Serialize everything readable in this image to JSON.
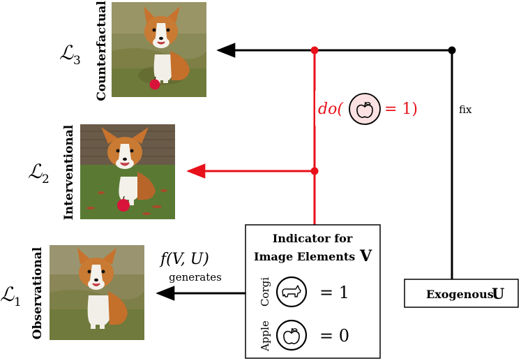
{
  "levels": {
    "l3": {
      "symbol": "ℒ",
      "sub": "3",
      "rotated_label": "Counterfactual"
    },
    "l2": {
      "symbol": "ℒ",
      "sub": "2",
      "rotated_label": "Interventional"
    },
    "l1": {
      "symbol": "ℒ",
      "sub": "1",
      "rotated_label": "Observational"
    }
  },
  "intervention": {
    "do_prefix": "do(",
    "do_suffix": "= 1)",
    "color": "#e8101a",
    "icon": "apple-icon"
  },
  "fix_label": "fix",
  "generates": {
    "func_text": "f(V, U)",
    "label": "generates"
  },
  "indicator_box": {
    "title_line1": "Indicator for",
    "title_line2": "Image Elements",
    "title_bold_var": "V",
    "rows": [
      {
        "rotated_label": "Corgi",
        "icon": "corgi-icon",
        "value": "= 1"
      },
      {
        "rotated_label": "Apple",
        "icon": "apple-icon",
        "value": "= 0"
      }
    ]
  },
  "exogenous_box": {
    "label": "Exogenous",
    "var": "U"
  },
  "colors": {
    "arrow_black": "#000000",
    "arrow_red": "#e8101a",
    "do_circle_fill": "#fbe1e1",
    "grass": "#6f7a3c",
    "corgi_orange": "#c8742f"
  }
}
